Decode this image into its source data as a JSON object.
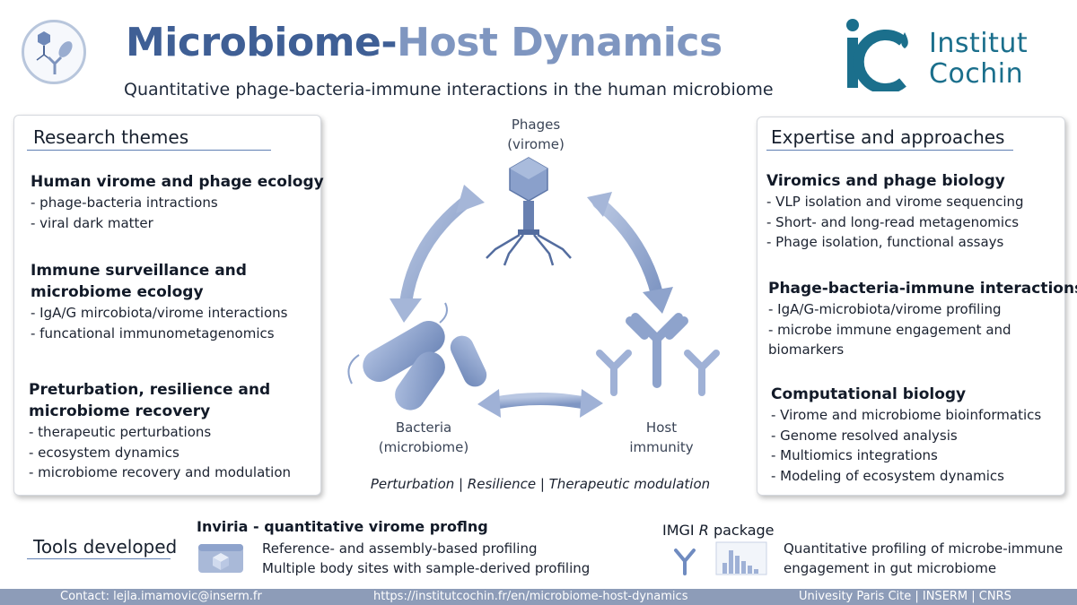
{
  "header": {
    "title_part1": "Microbiome-",
    "title_part2": "Host Dynamics",
    "subtitle": "Quantitative phage-bacteria-immune interactions in the human microbiome",
    "institute_line1": "Institut",
    "institute_line2": "Cochin"
  },
  "research": {
    "title": "Research themes",
    "sections": [
      {
        "heading1": "Human virome and phage ecology",
        "heading2": "",
        "items": [
          "- phage-bacteria intractions",
          "- viral dark matter"
        ]
      },
      {
        "heading1": "Immune surveillance and",
        "heading2": "microbiome ecology",
        "items": [
          "- IgA/G mircobiota/virome interactions",
          "- funcational immunometagenomics"
        ]
      },
      {
        "heading1": "Preturbation, resilience and",
        "heading2": "microbiome recovery",
        "items": [
          "- therapeutic perturbations",
          "- ecosystem dynamics",
          "- microbiome recovery and modulation"
        ]
      }
    ]
  },
  "expertise": {
    "title": "Expertise and approaches",
    "sections": [
      {
        "heading": "Viromics and phage biology",
        "items": [
          "- VLP isolation and virome sequencing",
          "- Short- and long-read metagenomics",
          "- Phage isolation, functional assays"
        ]
      },
      {
        "heading": "Phage-bacteria-immune interactions",
        "items": [
          "- IgA/G-microbiota/virome profiling",
          "- microbe immune engagement and",
          "biomarkers"
        ]
      },
      {
        "heading": "Computational biology",
        "items": [
          "- Virome and microbiome bioinformatics",
          "- Genome resolved analysis",
          "- Multiomics integrations",
          "- Modeling of ecosystem dynamics"
        ]
      }
    ]
  },
  "diagram": {
    "phages_line1": "Phages",
    "phages_line2": "(virome)",
    "bacteria_line1": "Bacteria",
    "bacteria_line2": "(microbiome)",
    "host_line1": "Host",
    "host_line2": "immunity",
    "tagline": "Perturbation | Resilience  | Therapeutic modulation"
  },
  "tools": {
    "title": "Tools developed",
    "inviria": {
      "heading": "Inviria - quantitative virome proflng",
      "line1": "Reference- and assembly-based profiling",
      "line2": "Multiple body sites with sample-derived profiling"
    },
    "imgi": {
      "heading_pre": "IMGI ",
      "heading_r": "R",
      "heading_post": " package",
      "line1": "Quantitative profiling of microbe-immune",
      "line2": "engagement in gut microbiome"
    }
  },
  "footer": {
    "contact": "Contact: lejla.imamovic@inserm.fr",
    "url": "https://institutcochin.fr/en/microbiome-host-dynamics",
    "affiliations": "Univesity Paris Cite | INSERM | CNRS"
  },
  "colors": {
    "title_dark": "#3f5f95",
    "title_light": "#7f96c0",
    "institute_teal": "#1b6f8c",
    "footer_bar": "#8d9cb8",
    "diagram_blue": "#8ea3cc"
  }
}
